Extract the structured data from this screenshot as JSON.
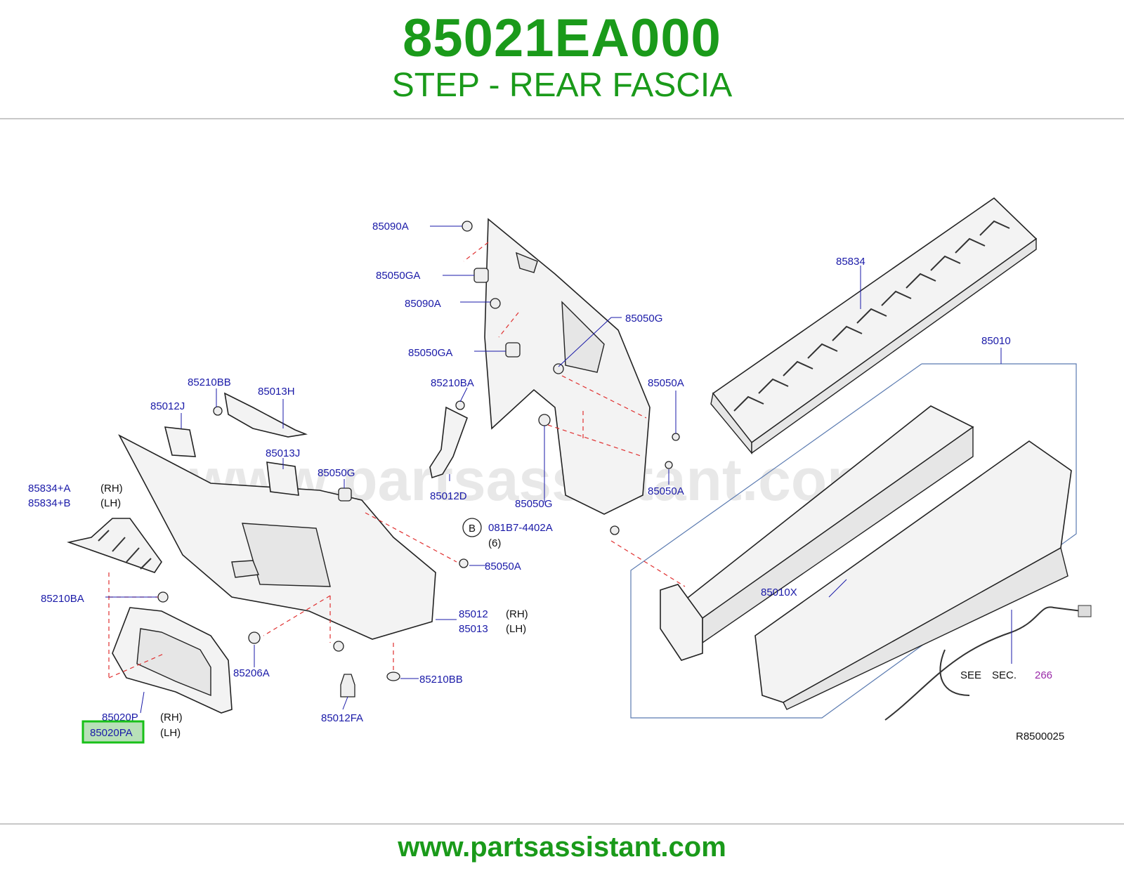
{
  "header": {
    "part_number": "85021EA000",
    "description": "STEP - REAR FASCIA"
  },
  "footer": {
    "website": "www.partsassistant.com"
  },
  "diagram": {
    "watermark": "www.partsassistant.com",
    "figure_code": "R8500025",
    "highlighted_part": "85020PA",
    "colors": {
      "title": "#1a9a1a",
      "label": "#1a1aa8",
      "highlight": "#18c018",
      "section_ref": "#9a2aa8"
    },
    "labels": {
      "l85090A_1": "85090A",
      "l85050GA_1": "85050GA",
      "l85090A_2": "85090A",
      "l85050GA_2": "85050GA",
      "l85050G_1": "85050G",
      "l85834": "85834",
      "l85010": "85010",
      "l85210BB_1": "85210BB",
      "l85013H": "85013H",
      "l85012J": "85012J",
      "l85210BA_1": "85210BA",
      "l85050A_1": "85050A",
      "l85013J": "85013J",
      "l85050G_2": "85050G",
      "l85834A": "85834+A",
      "l85834B": "85834+B",
      "l85012D": "85012D",
      "l85050A_2": "85050A",
      "l85050G_3": "85050G",
      "l081B7": "081B7-4402A",
      "l6": "(6)",
      "lB": "B",
      "l85050A_3": "85050A",
      "l85210BA_2": "85210BA",
      "l85010X": "85010X",
      "l85012": "85012",
      "l85013": "85013",
      "l85206A": "85206A",
      "l85210BB_2": "85210BB",
      "l85020P": "85020P",
      "l85020PA": "85020PA",
      "l85012FA": "85012FA",
      "see": "SEE",
      "sec": "SEC.",
      "sec_no": "266",
      "rh": "(RH)",
      "lh": "(LH)"
    }
  }
}
